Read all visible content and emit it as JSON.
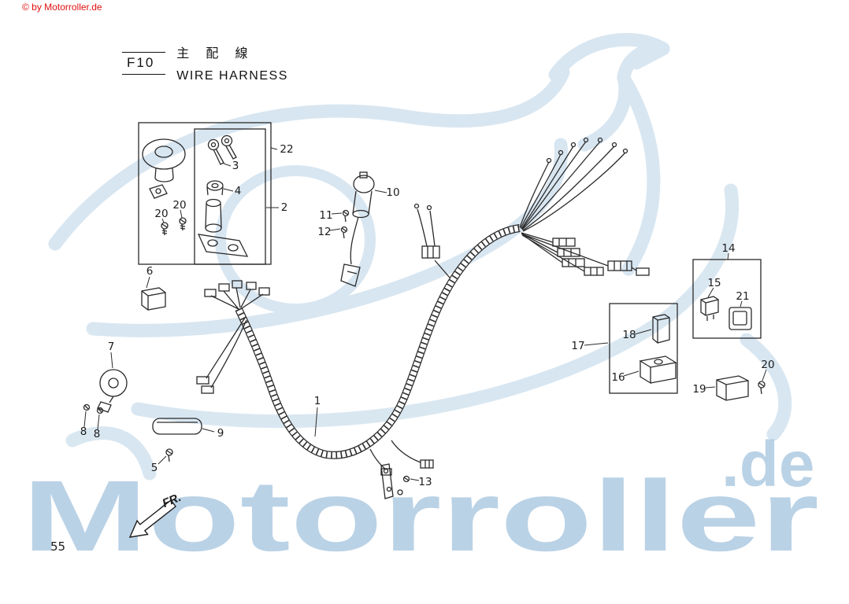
{
  "copyright": "© by Motorroller.de",
  "title_block": {
    "code": "F10",
    "title_cn": "主 配 線",
    "title_en": "WIRE HARNESS"
  },
  "page_number": "55",
  "direction_label": "FR.",
  "watermark": {
    "text": "Motorroller",
    "suffix": ".de"
  },
  "colors": {
    "watermark_blue": "#aac8e0",
    "copyright_red": "#e01010",
    "line_black": "#2a2a2a"
  },
  "callouts": [
    "22",
    "3",
    "4",
    "2",
    "20",
    "20",
    "6",
    "10",
    "11",
    "12",
    "7",
    "8",
    "8",
    "9",
    "5",
    "1",
    "13",
    "17",
    "18",
    "16",
    "14",
    "15",
    "21",
    "19",
    "20"
  ]
}
